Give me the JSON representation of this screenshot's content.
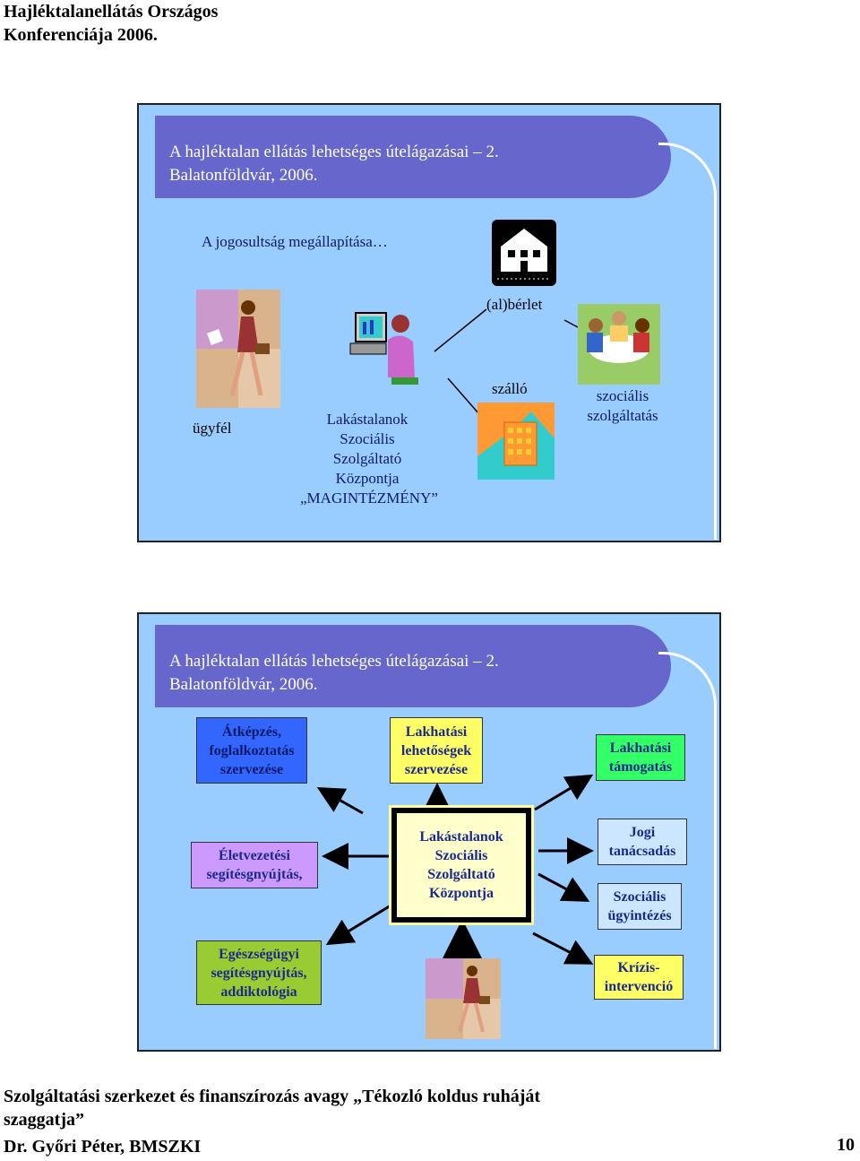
{
  "header": {
    "line1": "Hajléktalanellátás Országos",
    "line2": "Konferenciája 2006."
  },
  "slide1": {
    "title_line1": "A hajléktalan ellátás lehetséges útelágazásai – 2.",
    "title_line2": "Balatonföldvár, 2006.",
    "subtitle": "A jogosultság megállapítása…",
    "client": "ügyfél",
    "center_lines": [
      "Lakástalanok",
      "Szociális",
      "Szolgáltató",
      "Központja",
      "„MAGINTÉZMÉNY”"
    ],
    "rent": "(al)bérlet",
    "hostel": "szálló",
    "social_lines": [
      "szociális",
      "szolgáltatás"
    ]
  },
  "slide2": {
    "title_line1": "A hajléktalan ellátás lehetséges útelágazásai – 2.",
    "title_line2": "Balatonföldvár, 2006.",
    "training": [
      "Átképzés,",
      "foglalkoztatás",
      "szervezése"
    ],
    "housing_options": [
      "Lakhatási",
      "lehetőségek",
      "szervezése"
    ],
    "housing_support": [
      "Lakhatási",
      "támogatás"
    ],
    "life_help": [
      "Életvezetési",
      "segítésgnyújtás,"
    ],
    "center": [
      "Lakástalanok",
      "Szociális",
      "Szolgáltató",
      "Központja"
    ],
    "legal": [
      "Jogi",
      "tanácsadás"
    ],
    "social_admin": [
      "Szociális",
      "ügyintézés"
    ],
    "health": [
      "Egészségügyi",
      "segítésgnyújtás,",
      "addiktológia"
    ],
    "crisis": [
      "Krízis-",
      "intervenció"
    ]
  },
  "footer": {
    "line1": "Szolgáltatási szerkezet és finanszírozás avagy „Tékozló koldus ruháját",
    "line2": "szaggatja”",
    "author": "Dr. Győri Péter, BMSZKI",
    "page": "10"
  }
}
